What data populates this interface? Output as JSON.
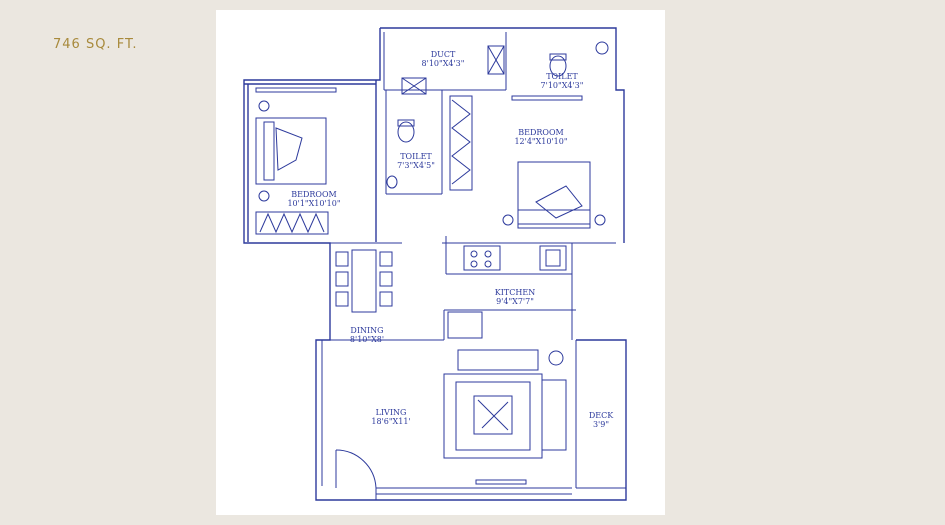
{
  "area_label": "746 SQ. FT.",
  "colors": {
    "background": "#ebe7e0",
    "line": "#2d3a9c",
    "accent_text": "#a88a3c"
  },
  "rooms": {
    "duct": {
      "name": "DUCT",
      "size": "8'10\"X4'3\""
    },
    "toilet_top": {
      "name": "TOILET",
      "size": "7'10\"X4'3\""
    },
    "toilet_mid": {
      "name": "TOILET",
      "size": "7'3\"X4'5\""
    },
    "bedroom_left": {
      "name": "BEDROOM",
      "size": "10'1\"X10'10\""
    },
    "bedroom_right": {
      "name": "BEDROOM",
      "size": "12'4\"X10'10\""
    },
    "kitchen": {
      "name": "KITCHEN",
      "size": "9'4\"X7'7\""
    },
    "dining": {
      "name": "DINING",
      "size": "8'10\"X8'"
    },
    "living": {
      "name": "LIVING",
      "size": "18'6\"X11'"
    },
    "deck": {
      "name": "DECK",
      "size": "3'9\""
    }
  }
}
